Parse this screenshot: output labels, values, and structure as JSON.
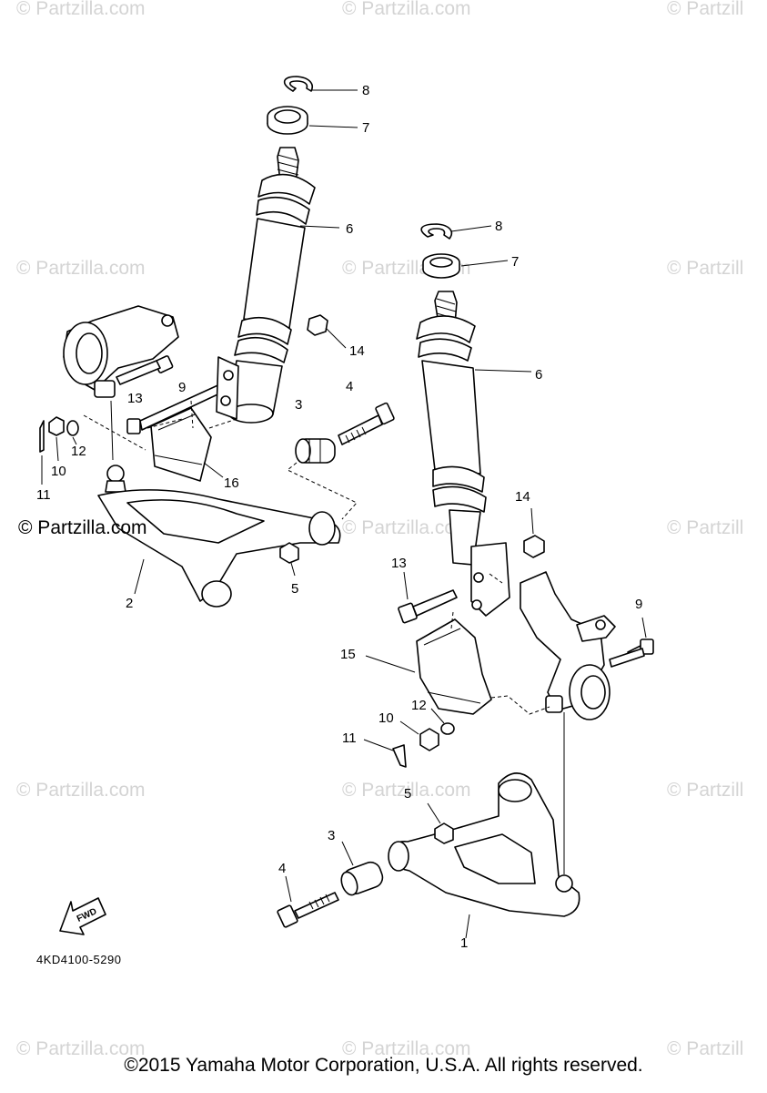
{
  "watermarks": [
    "© Partzilla.com",
    "© Partzilla.com",
    "© Partzill",
    "© Partzilla.com",
    "© Partzilla.com",
    "© Partzill",
    "© Partzilla.com",
    "© Partzill",
    "© Partzilla.com",
    "© Partzilla.com",
    "© Partzill",
    "© Partzilla.com",
    "© Partzilla.com",
    "© Partzill"
  ],
  "watermark_main": "© Partzilla.com",
  "fwd_label": "FWD",
  "part_code": "4KD4100-5290",
  "copyright": "©2015 Yamaha Motor Corporation, U.S.A. All rights reserved.",
  "callouts": {
    "c8a": "8",
    "c7a": "7",
    "c6a": "6",
    "c14a": "14",
    "c9a": "9",
    "c13a": "13",
    "c3a": "3",
    "c4a": "4",
    "c12a": "12",
    "c10a": "10",
    "c11a": "11",
    "c16": "16",
    "c2": "2",
    "c5a": "5",
    "c8b": "8",
    "c7b": "7",
    "c6b": "6",
    "c14b": "14",
    "c13b": "13",
    "c9b": "9",
    "c15": "15",
    "c12b": "12",
    "c10b": "10",
    "c11b": "11",
    "c5b": "5",
    "c3b": "3",
    "c4b": "4",
    "c1": "1"
  }
}
